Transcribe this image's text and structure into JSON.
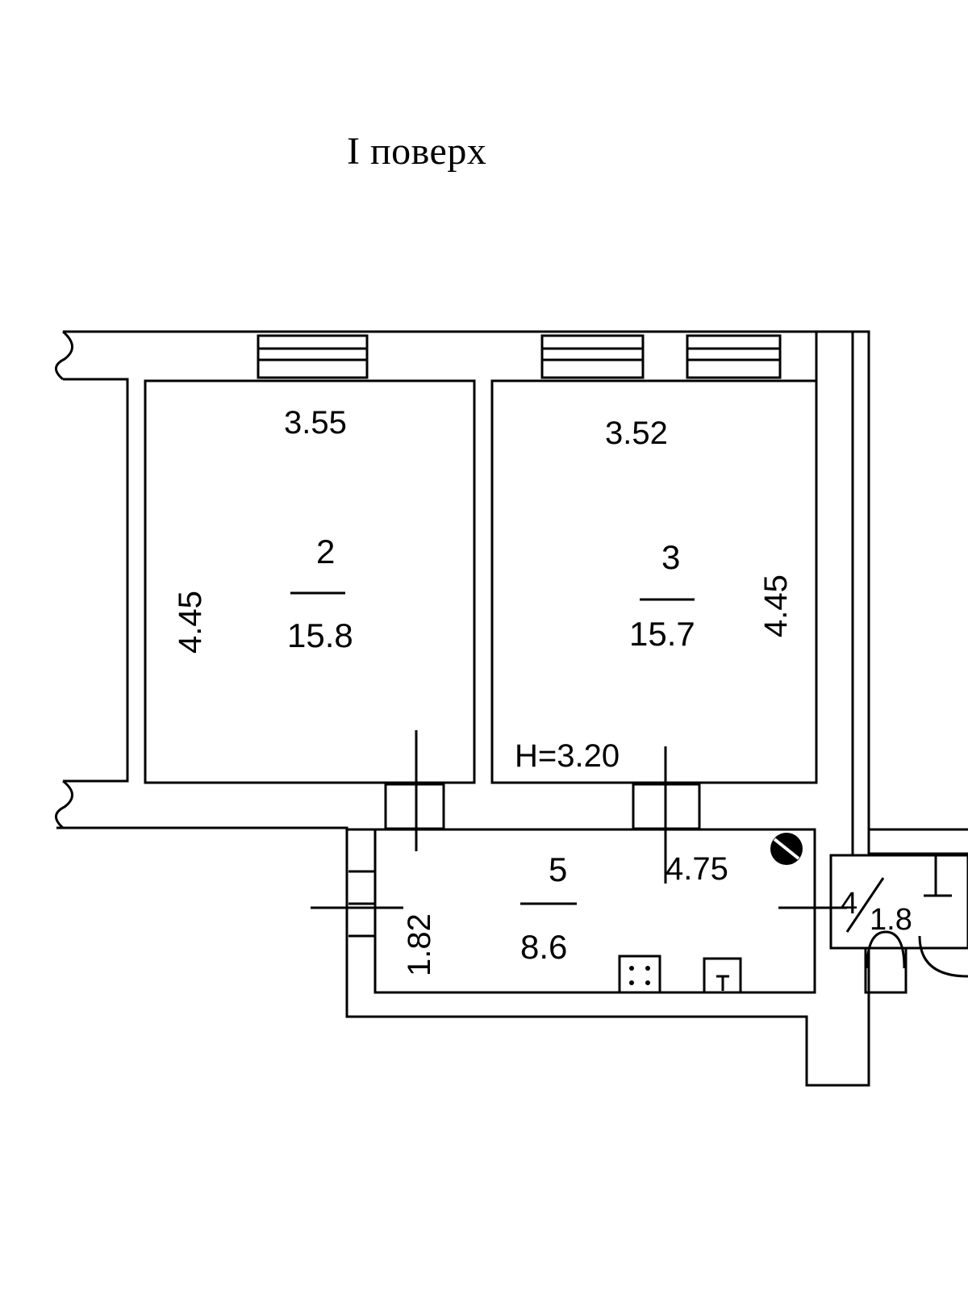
{
  "title": "I поверх",
  "plan": {
    "height_label": "H=3.20",
    "rooms": [
      {
        "number": "2",
        "area": "15.8",
        "width": "3.55",
        "length": "4.45"
      },
      {
        "number": "3",
        "area": "15.7",
        "width": "3.52",
        "length": "4.45"
      },
      {
        "number": "5",
        "area": "8.6",
        "width": "4.75",
        "length": "1.82"
      },
      {
        "number": "4",
        "area": "1.8"
      }
    ]
  }
}
